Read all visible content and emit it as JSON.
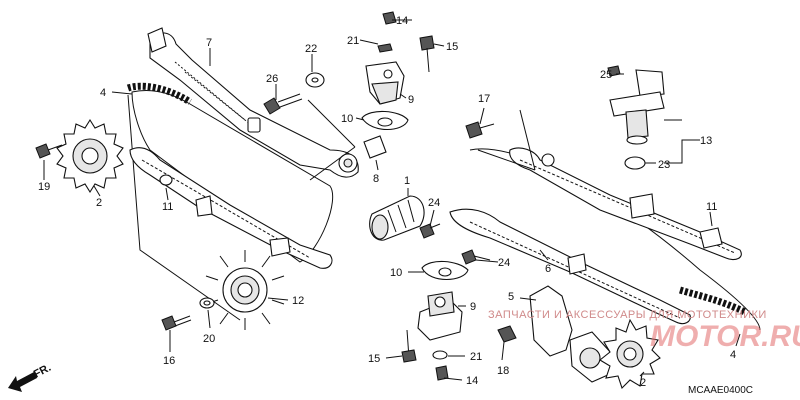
{
  "drawing_code": "MCAAE0400C",
  "front_marker": "FR.",
  "watermark": {
    "line1": "ЗАПЧАСТИ И АКСЕССУАРЫ ДЛЯ МОТОТЕХНИКИ",
    "line2": "MOTOR.RU"
  },
  "callouts": [
    {
      "id": "c1",
      "text": "1"
    },
    {
      "id": "c2a",
      "text": "2"
    },
    {
      "id": "c2b",
      "text": "2"
    },
    {
      "id": "c4a",
      "text": "4"
    },
    {
      "id": "c4b",
      "text": "4"
    },
    {
      "id": "c5",
      "text": "5"
    },
    {
      "id": "c6",
      "text": "6"
    },
    {
      "id": "c7",
      "text": "7"
    },
    {
      "id": "c8",
      "text": "8"
    },
    {
      "id": "c9a",
      "text": "9"
    },
    {
      "id": "c9b",
      "text": "9"
    },
    {
      "id": "c10a",
      "text": "10"
    },
    {
      "id": "c10b",
      "text": "10"
    },
    {
      "id": "c11a",
      "text": "11"
    },
    {
      "id": "c11b",
      "text": "11"
    },
    {
      "id": "c12",
      "text": "12"
    },
    {
      "id": "c13",
      "text": "13"
    },
    {
      "id": "c14a",
      "text": "14"
    },
    {
      "id": "c14b",
      "text": "14"
    },
    {
      "id": "c15a",
      "text": "15"
    },
    {
      "id": "c15b",
      "text": "15"
    },
    {
      "id": "c16",
      "text": "16"
    },
    {
      "id": "c17",
      "text": "17"
    },
    {
      "id": "c18",
      "text": "18"
    },
    {
      "id": "c19",
      "text": "19"
    },
    {
      "id": "c20",
      "text": "20"
    },
    {
      "id": "c21a",
      "text": "21"
    },
    {
      "id": "c21b",
      "text": "21"
    },
    {
      "id": "c22",
      "text": "22"
    },
    {
      "id": "c23",
      "text": "23"
    },
    {
      "id": "c24a",
      "text": "24"
    },
    {
      "id": "c24b",
      "text": "24"
    },
    {
      "id": "c25",
      "text": "25"
    },
    {
      "id": "c26",
      "text": "26"
    }
  ]
}
